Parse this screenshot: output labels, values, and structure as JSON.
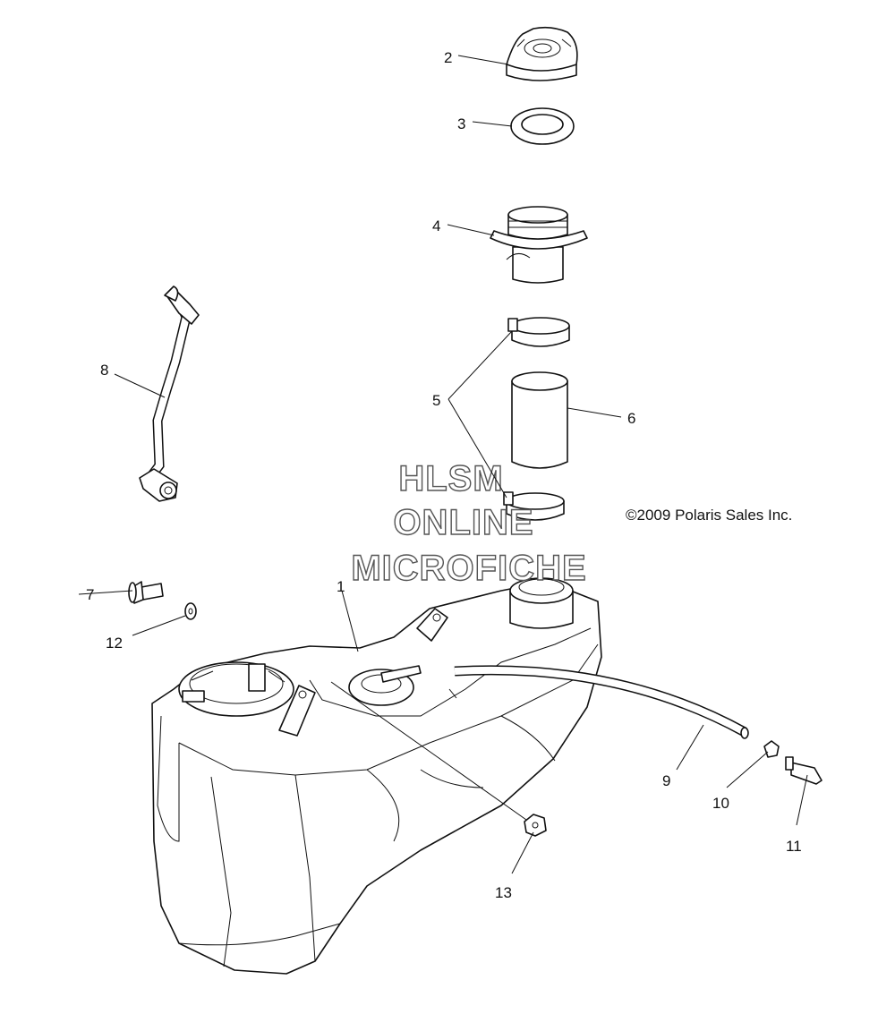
{
  "diagram": {
    "copyright": "©2009 Polaris Sales Inc.",
    "watermark": [
      "HLSM",
      "ONLINE",
      "MICROFICHE"
    ],
    "callouts": [
      "1",
      "2",
      "3",
      "4",
      "5",
      "6",
      "7",
      "8",
      "9",
      "10",
      "11",
      "12",
      "13"
    ]
  }
}
